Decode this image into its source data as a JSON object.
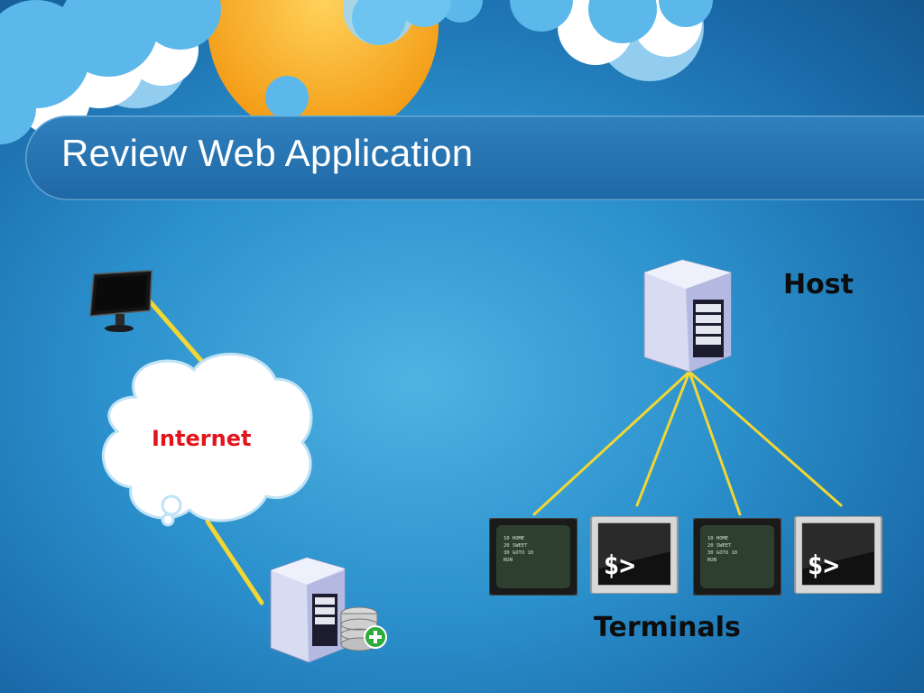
{
  "slide": {
    "title": "Review Web Application"
  },
  "diagram": {
    "internet_label": "Internet",
    "host_label": "Host",
    "terminals_label": "Terminals",
    "code_lines": [
      "10 HOME",
      "20 SWEET",
      "30 GOTO 10",
      "RUN"
    ],
    "prompt_text": "$>"
  },
  "colors": {
    "connector": "#f2d633",
    "internet_text": "#e3141c",
    "title_text": "#ffffff"
  }
}
